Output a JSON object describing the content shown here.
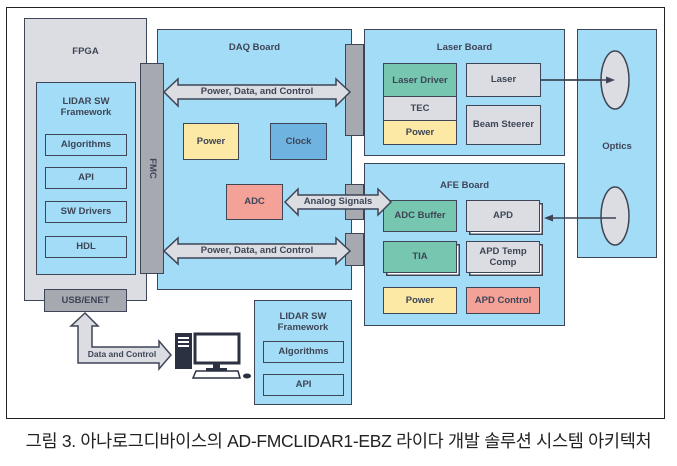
{
  "fpga": {
    "title": "FPGA",
    "framework": {
      "title_line1": "LIDAR SW",
      "title_line2": "Framework",
      "items": [
        "Algorithms",
        "API",
        "SW Drivers",
        "HDL"
      ]
    },
    "usb_label": "USB/ENET"
  },
  "fmc_label": "FMC",
  "daq_board": {
    "title": "DAQ Board",
    "power": "Power",
    "clock": "Clock",
    "adc": "ADC",
    "bus_top": "Power, Data, and Control",
    "bus_bottom": "Power, Data, and Control",
    "analog": "Analog Signals"
  },
  "laser_board": {
    "title": "Laser Board",
    "laser_driver": "Laser Driver",
    "tec": "TEC",
    "power": "Power",
    "laser": "Laser",
    "beam_steerer": "Beam Steerer"
  },
  "optics": {
    "title": "Optics"
  },
  "afe_board": {
    "title": "AFE Board",
    "adc_buffer": "ADC Buffer",
    "apd": "APD",
    "tia": "TIA",
    "apd_temp_line1": "APD Temp",
    "apd_temp_line2": "Comp",
    "power": "Power",
    "apd_control": "APD Control"
  },
  "pc": {
    "link_label": "Data and Control",
    "framework": {
      "title_line1": "LIDAR SW",
      "title_line2": "Framework",
      "items": [
        "Algorithms",
        "API"
      ]
    }
  },
  "caption": "그림 3. 아나로그디바이스의 AD-FMCLIDAR1-EBZ 라이다 개발 솔루션 시스템 아키텍처",
  "colors": {
    "board_blue": "#a3dcf7",
    "fpga_gray": "#dcdde2",
    "connector_gray": "#a6a9b0",
    "power_yellow": "#fde9a6",
    "clock_blue": "#6fb3e0",
    "adc_red": "#f4a197",
    "green": "#77c6b0",
    "outline": "#3d4556"
  }
}
